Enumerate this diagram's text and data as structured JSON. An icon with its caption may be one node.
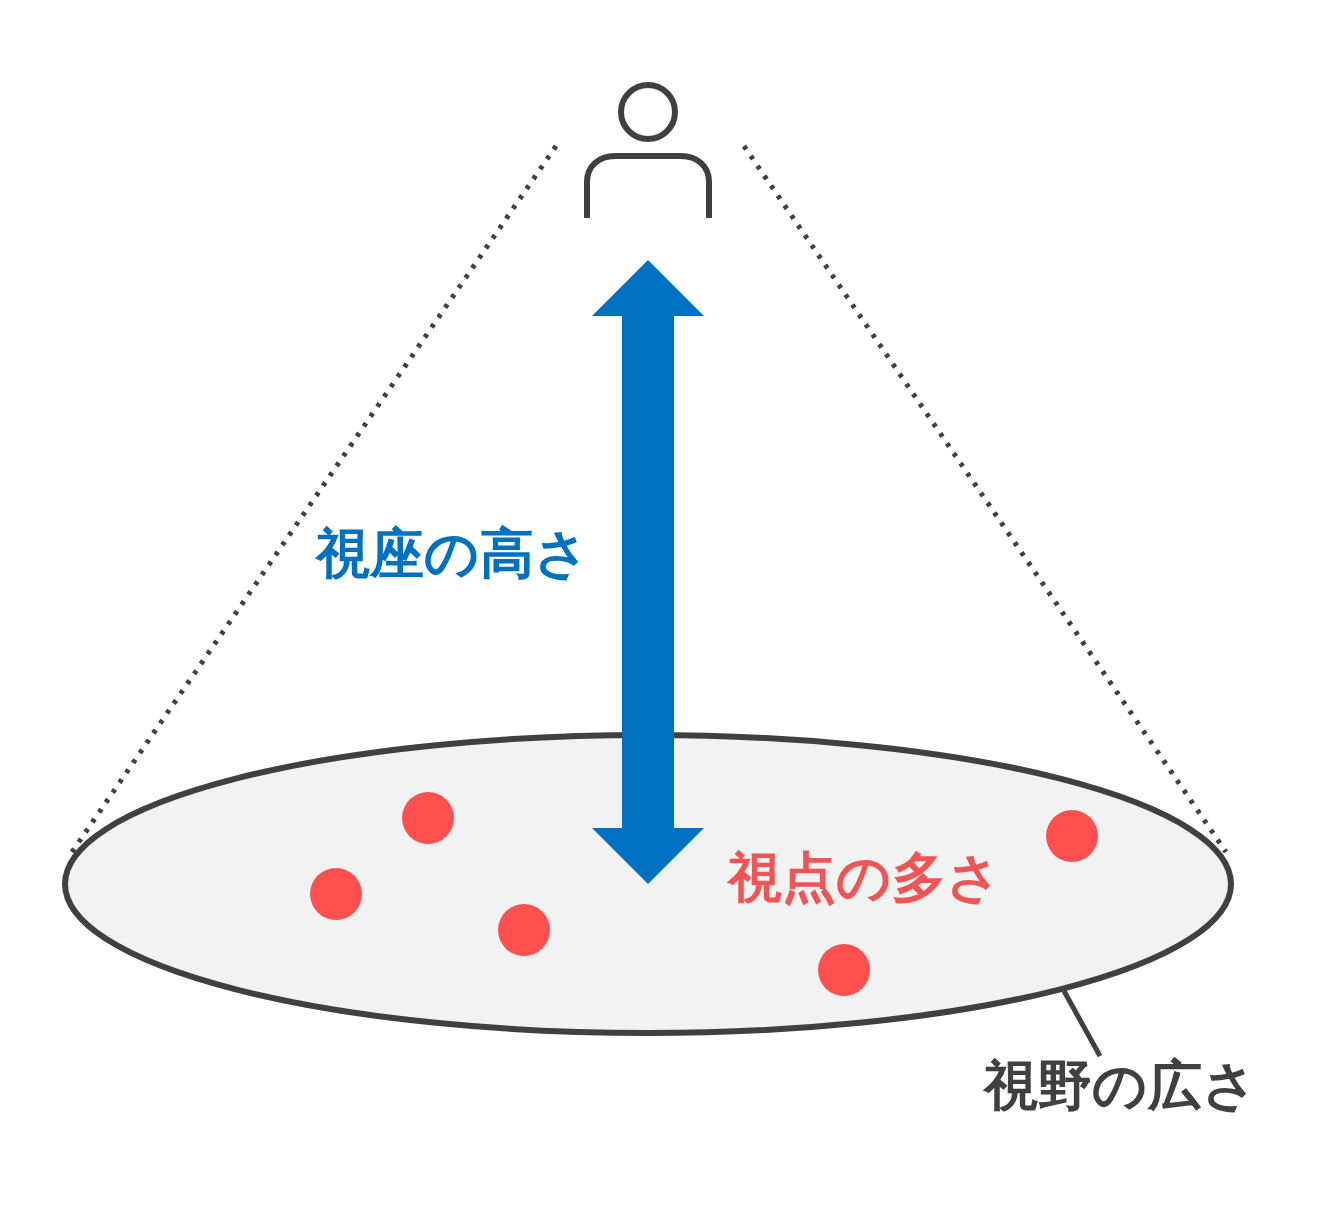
{
  "diagram": {
    "nodes": [
      {
        "text": [],
        "shape": "ellipse"
      },
      {
        "text": [
          "視野の広さ"
        ]
      }
    ],
    "edges": [
      {
        "from": 1,
        "to": 0,
        "arrow": "none"
      }
    ],
    "labels": [
      "視座の高さ",
      "視点の多さ"
    ]
  }
}
